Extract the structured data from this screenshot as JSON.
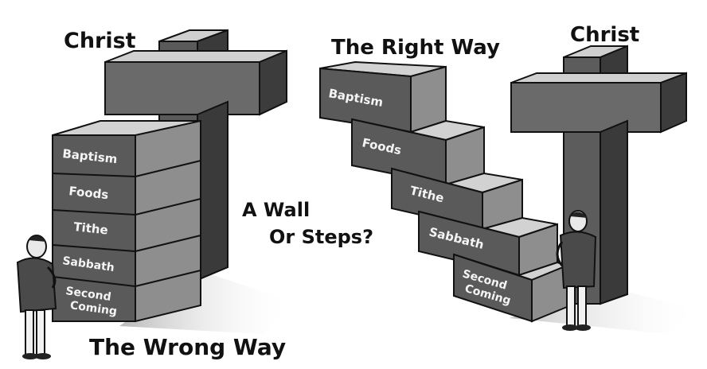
{
  "left": {
    "cross_label": "Christ",
    "wall_blocks": [
      "Baptism",
      "Foods",
      "Tithe",
      "Sabbath",
      "Second Coming"
    ],
    "caption": "The Wrong Way"
  },
  "center": {
    "question_line1": "A Wall",
    "question_line2": "Or Steps?"
  },
  "right": {
    "heading": "The Right Way",
    "cross_label": "Christ",
    "step_blocks": [
      "Baptism",
      "Foods",
      "Tithe",
      "Sabbath",
      "Second Coming"
    ]
  },
  "colors": {
    "block_front": "#5a5a5a",
    "block_top": "#d2d2d2",
    "block_side": "#8e8e8e",
    "cross_front": "#6a6a6a",
    "cross_side": "#3e3e3e",
    "shadow": "#c4c4c4"
  }
}
